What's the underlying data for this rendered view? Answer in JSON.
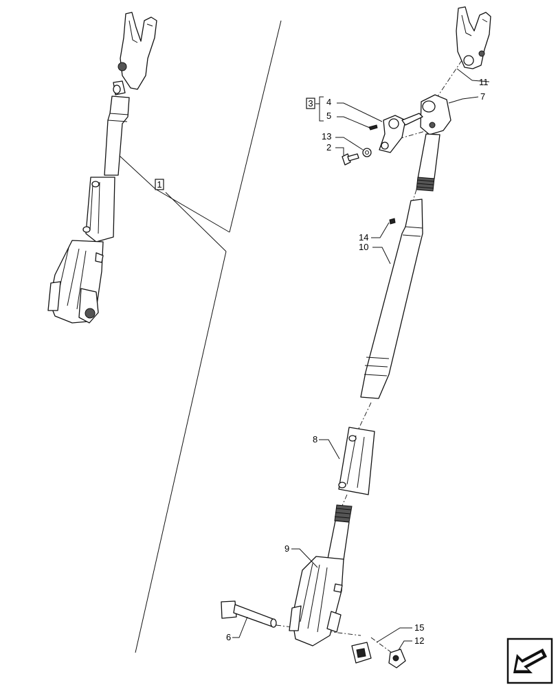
{
  "diagram": {
    "group_label_1": "1",
    "group_label_3": "3",
    "callouts": {
      "c2": "2",
      "c4": "4",
      "c5": "5",
      "c6": "6",
      "c7": "7",
      "c8": "8",
      "c9": "9",
      "c10": "10",
      "c11": "11",
      "c12": "12",
      "c13": "13",
      "c14": "14",
      "c15": "15"
    }
  },
  "nav": {
    "icon": "arrow-left-down-icon"
  }
}
